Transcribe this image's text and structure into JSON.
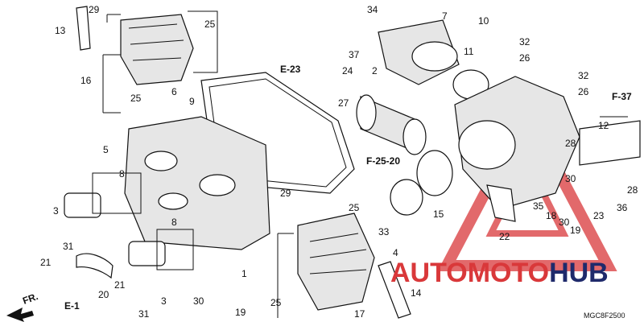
{
  "diagram": {
    "part_numbers": [
      "1",
      "2",
      "3",
      "3",
      "4",
      "5",
      "6",
      "7",
      "8",
      "8",
      "9",
      "10",
      "11",
      "12",
      "13",
      "14",
      "15",
      "16",
      "17",
      "18",
      "19",
      "19",
      "20",
      "21",
      "21",
      "22",
      "23",
      "24",
      "25",
      "25",
      "25",
      "25",
      "26",
      "26",
      "27",
      "28",
      "28",
      "29",
      "29",
      "30",
      "30",
      "30",
      "31",
      "31",
      "32",
      "32",
      "33",
      "34",
      "35",
      "36",
      "37"
    ],
    "section_refs": {
      "e23": "E-23",
      "f37": "F-37",
      "f2520": "F-25-20",
      "e1": "E-1",
      "fr": "FR."
    },
    "drawing_code": "MGC8F2500"
  },
  "watermark": {
    "part1": "AUTOMOTO",
    "part2": "HUB",
    "color_a": "#d9383a",
    "color_b": "#1f2a6b"
  }
}
